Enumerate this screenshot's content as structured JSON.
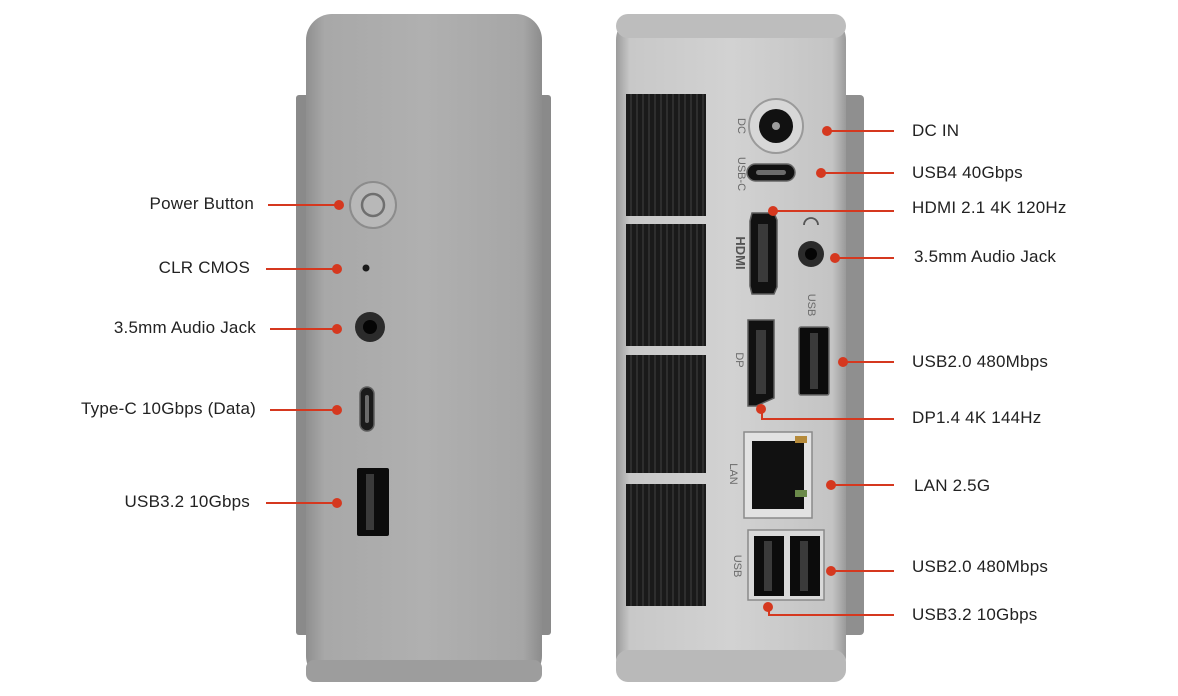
{
  "front_panel": {
    "callouts": [
      {
        "id": "power",
        "label": "Power Button"
      },
      {
        "id": "clr",
        "label": "CLR CMOS"
      },
      {
        "id": "audio",
        "label": "3.5mm Audio Jack"
      },
      {
        "id": "typec",
        "label": "Type-C 10Gbps (Data)"
      },
      {
        "id": "usb32",
        "label": "USB3.2 10Gbps"
      }
    ]
  },
  "rear_panel": {
    "port_markings": {
      "dc": "DC",
      "usbc": "USB-C",
      "hdmi": "HDMI",
      "usb": "USB",
      "dp": "DP",
      "lan": "LAN",
      "usb_bottom": "USB"
    },
    "callouts": [
      {
        "id": "dcin",
        "label": "DC IN"
      },
      {
        "id": "usb4",
        "label": "USB4 40Gbps"
      },
      {
        "id": "hdmi",
        "label": "HDMI 2.1 4K 120Hz"
      },
      {
        "id": "audio",
        "label": "3.5mm Audio Jack"
      },
      {
        "id": "usb20a",
        "label": "USB2.0 480Mbps"
      },
      {
        "id": "dp",
        "label": "DP1.4 4K 144Hz"
      },
      {
        "id": "lan",
        "label": "LAN 2.5G"
      },
      {
        "id": "usb20b",
        "label": "USB2.0 480Mbps"
      },
      {
        "id": "usb32",
        "label": "USB3.2 10Gbps"
      }
    ]
  },
  "colors": {
    "background": "#ffffff",
    "chassis": "#a9a9a9",
    "callout_line": "#d5381f",
    "label_text": "#222222",
    "port_black": "#111111"
  }
}
